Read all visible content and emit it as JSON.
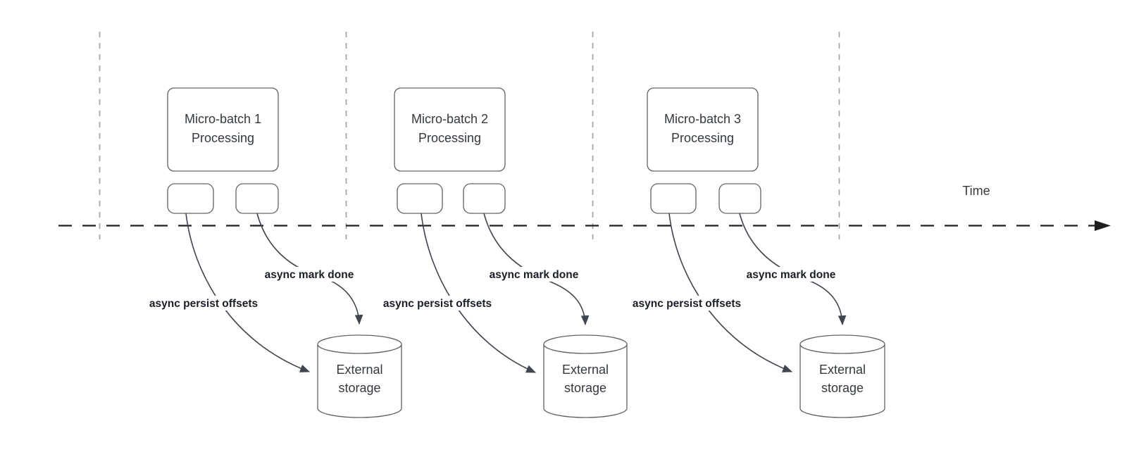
{
  "diagram": {
    "time_label": "Time",
    "groups": [
      {
        "title_line1": "Micro-batch 1",
        "title_line2": "Processing",
        "persist_label": "async persist offsets",
        "mark_done_label": "async mark done",
        "storage_line1": "External",
        "storage_line2": "storage"
      },
      {
        "title_line1": "Micro-batch 2",
        "title_line2": "Processing",
        "persist_label": "async persist offsets",
        "mark_done_label": "async mark done",
        "storage_line1": "External",
        "storage_line2": "storage"
      },
      {
        "title_line1": "Micro-batch 3",
        "title_line2": "Processing",
        "persist_label": "async persist offsets",
        "mark_done_label": "async mark done",
        "storage_line1": "External",
        "storage_line2": "storage"
      }
    ],
    "colors": {
      "shape_stroke": "#5d6369",
      "arrow_stroke": "#3f4650",
      "timeline": "#1f1f1f",
      "guide": "#9e9e9e",
      "title_text": "#33393f",
      "label_text": "#181d26",
      "background": "#ffffff"
    }
  }
}
